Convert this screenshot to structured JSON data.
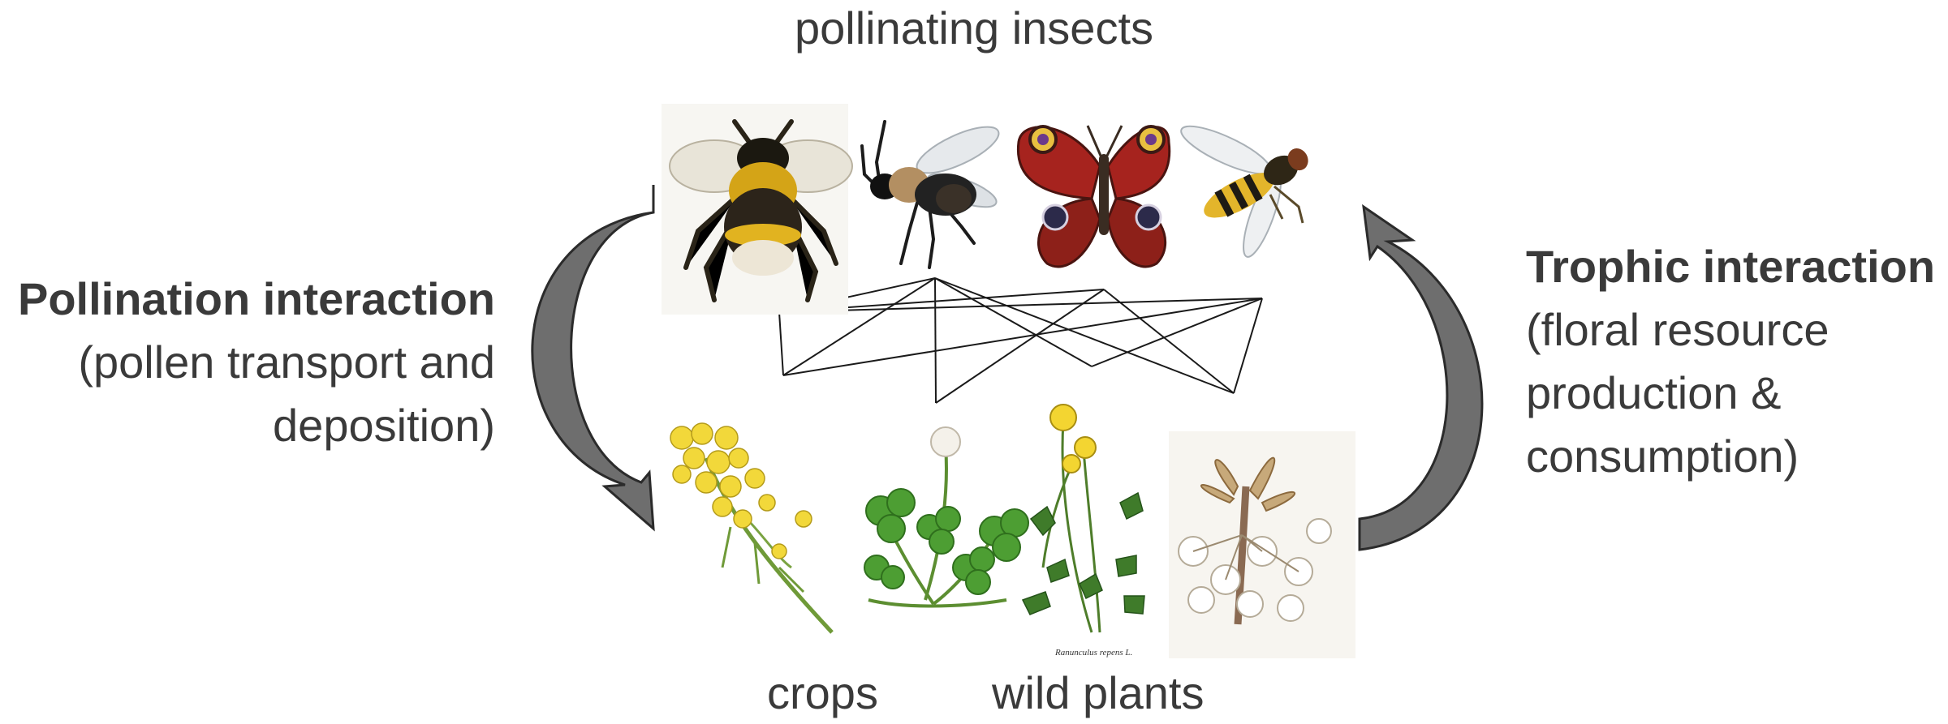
{
  "title": "pollinating insects",
  "left": {
    "heading": "Pollination interaction",
    "line1": "(pollen transport and",
    "line2": "deposition)"
  },
  "right": {
    "heading": "Trophic interaction",
    "line1": "(floral resource",
    "line2": "production &",
    "line3": "consumption)"
  },
  "bottom": {
    "crops": "crops",
    "wild_plants": "wild plants"
  },
  "insects": [
    "bumblebee-illustration",
    "solitary-bee-illustration",
    "peacock-butterfly-illustration",
    "hoverfly-illustration"
  ],
  "plants": [
    "oilseed-rape-illustration",
    "white-clover-illustration",
    "creeping-buttercup-illustration",
    "cherry-blossom-illustration"
  ],
  "plant_caption": "Ranunculus repens L.",
  "colors": {
    "text": "#3a3a3a",
    "arrow_fill": "#6e6e6e",
    "arrow_stroke": "#2b2b2b"
  }
}
